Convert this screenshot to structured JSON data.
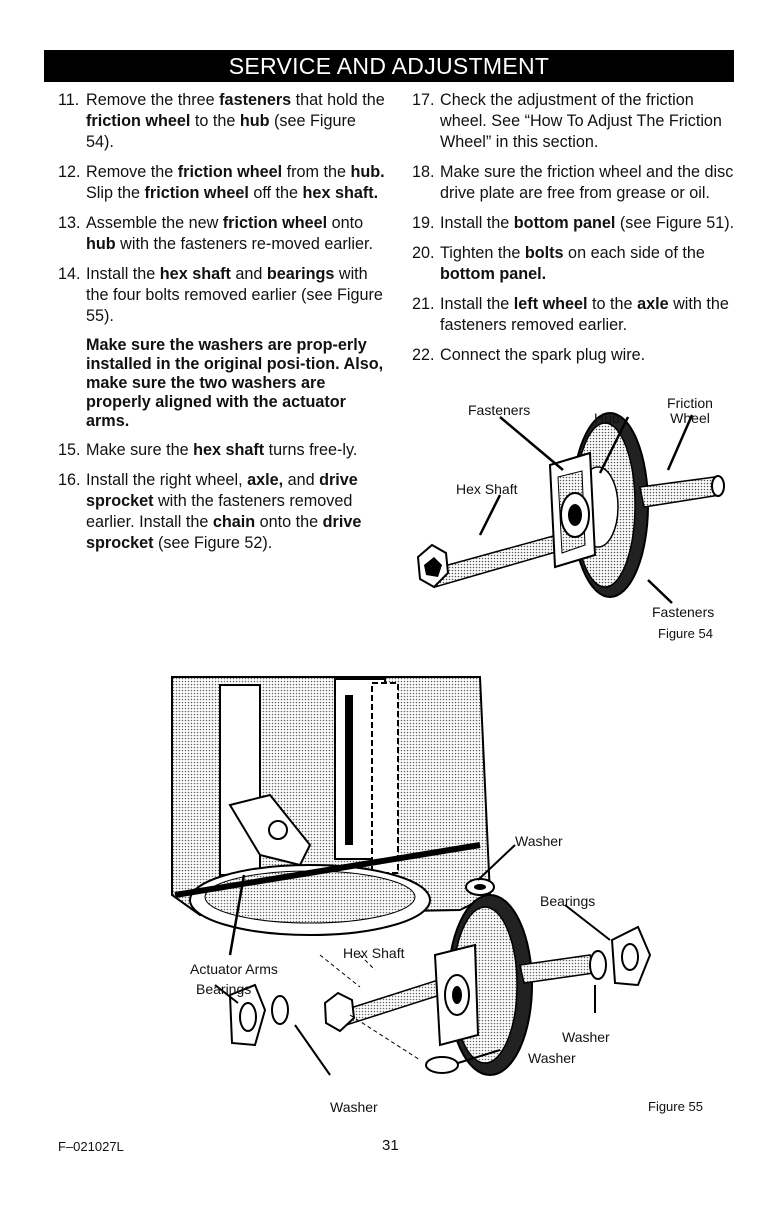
{
  "header": {
    "title": "SERVICE AND ADJUSTMENT"
  },
  "left_steps": [
    {
      "num": "11.",
      "parts": [
        [
          "Remove the three ",
          false
        ],
        [
          "fasteners",
          true
        ],
        [
          " that hold the ",
          false
        ],
        [
          "friction wheel",
          true
        ],
        [
          " to the ",
          false
        ],
        [
          "hub",
          true
        ],
        [
          " (see Figure 54).",
          false
        ]
      ]
    },
    {
      "num": "12.",
      "parts": [
        [
          "Remove the ",
          false
        ],
        [
          "friction wheel",
          true
        ],
        [
          " from the ",
          false
        ],
        [
          "hub.",
          true
        ],
        [
          " Slip the ",
          false
        ],
        [
          "friction wheel",
          true
        ],
        [
          " off the ",
          false
        ],
        [
          "hex shaft.",
          true
        ]
      ]
    },
    {
      "num": "13.",
      "parts": [
        [
          "Assemble the new ",
          false
        ],
        [
          "friction wheel",
          true
        ],
        [
          " onto ",
          false
        ],
        [
          "hub",
          true
        ],
        [
          " with the fasteners re-moved earlier.",
          false
        ]
      ]
    },
    {
      "num": "14.",
      "parts": [
        [
          "Install the ",
          false
        ],
        [
          "hex shaft",
          true
        ],
        [
          " and ",
          false
        ],
        [
          "bearings",
          true
        ],
        [
          " with the four bolts removed earlier (see Figure 55).",
          false
        ]
      ]
    },
    {
      "num": "15.",
      "parts": [
        [
          "Make sure the ",
          false
        ],
        [
          "hex shaft",
          true
        ],
        [
          " turns free-ly.",
          false
        ]
      ]
    },
    {
      "num": "16.",
      "parts": [
        [
          "Install the right wheel, ",
          false
        ],
        [
          "axle,",
          true
        ],
        [
          " and ",
          false
        ],
        [
          "drive sprocket",
          true
        ],
        [
          " with the fasteners removed earlier. Install the ",
          false
        ],
        [
          "chain",
          true
        ],
        [
          " onto the ",
          false
        ],
        [
          "drive sprocket",
          true
        ],
        [
          " (see Figure 52).",
          false
        ]
      ]
    }
  ],
  "note": "Make sure the washers are prop-erly installed in the original posi-tion. Also, make sure the two washers are properly aligned with the actuator arms.",
  "right_steps": [
    {
      "num": "17.",
      "parts": [
        [
          "Check the adjustment of the friction wheel. See “How To Adjust The Friction Wheel” in this section.",
          false
        ]
      ]
    },
    {
      "num": "18.",
      "parts": [
        [
          "Make sure the friction wheel and the disc drive plate are free from grease or oil.",
          false
        ]
      ]
    },
    {
      "num": "19.",
      "parts": [
        [
          "Install the ",
          false
        ],
        [
          "bottom panel",
          true
        ],
        [
          " (see Figure 51).",
          false
        ]
      ]
    },
    {
      "num": "20.",
      "parts": [
        [
          "Tighten the ",
          false
        ],
        [
          "bolts",
          true
        ],
        [
          " on each side of the ",
          false
        ],
        [
          "bottom panel.",
          true
        ]
      ]
    },
    {
      "num": "21.",
      "parts": [
        [
          "Install the ",
          false
        ],
        [
          "left wheel",
          true
        ],
        [
          " to the ",
          false
        ],
        [
          "axle",
          true
        ],
        [
          " with the fasteners removed earlier.",
          false
        ]
      ]
    },
    {
      "num": "22.",
      "parts": [
        [
          "Connect the spark plug wire.",
          false
        ]
      ]
    }
  ],
  "figure54": {
    "label_fasteners_top": "Fasteners",
    "label_hub": "Hub",
    "label_friction": "Friction",
    "label_wheel": "Wheel",
    "label_hex_shaft": "Hex Shaft",
    "label_fasteners_bottom": "Fasteners",
    "caption": "Figure 54"
  },
  "figure55": {
    "label_washer_top": "Washer",
    "label_bearings_right": "Bearings",
    "label_hex_shaft": "Hex Shaft",
    "label_actuator_arms": "Actuator Arms",
    "label_bearings_left": "Bearings",
    "label_washer_right": "Washer",
    "label_washer_bottom_mid": "Washer",
    "label_washer_bottom": "Washer",
    "caption": "Figure 55"
  },
  "footer": {
    "code": "F–021027L",
    "page": "31"
  }
}
